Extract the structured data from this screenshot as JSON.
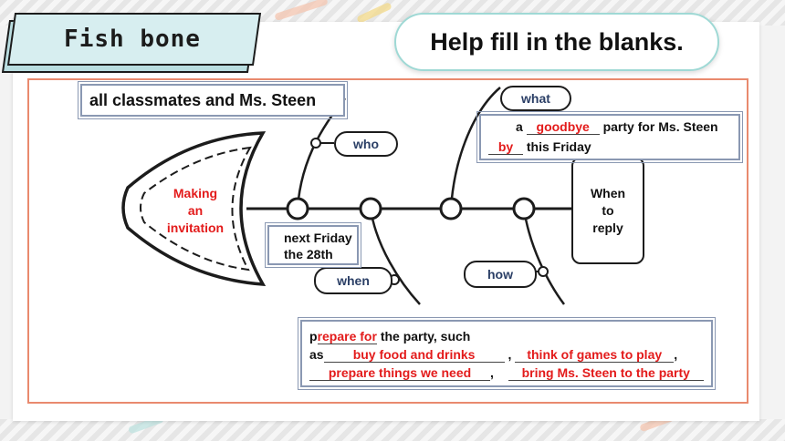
{
  "title": "Fish bone",
  "instruction": "Help fill in the blanks.",
  "head_label": [
    "Making",
    "an",
    "invitation"
  ],
  "top_box": "all classmates and Ms. Steen",
  "bone_labels": {
    "who": "who",
    "what": "what",
    "when": "when",
    "how": "how"
  },
  "when_box": [
    "next Friday",
    "the 28th"
  ],
  "tail_box": [
    "When",
    "to",
    "reply"
  ],
  "what_box": {
    "line1_pre": "a",
    "line1_answer": "goodbye",
    "line1_post": "party for Ms. Steen",
    "line2_answer": "by",
    "line2_post": "this Friday"
  },
  "how_box": {
    "line1_p": "p",
    "line1_answer": "repare for",
    "line1_post": "the party, such",
    "line2_pre": "as",
    "answer_a": "buy food and drinks",
    "answer_b": "think of games to play",
    "answer_c": "prepare things we need",
    "answer_d": "bring Ms. Steen to the party",
    "comma": ","
  },
  "colors": {
    "answer": "#e31b1b",
    "frame": "#e98a6e",
    "pill_border": "#9fd9d5",
    "label_text": "#2b3f66"
  }
}
